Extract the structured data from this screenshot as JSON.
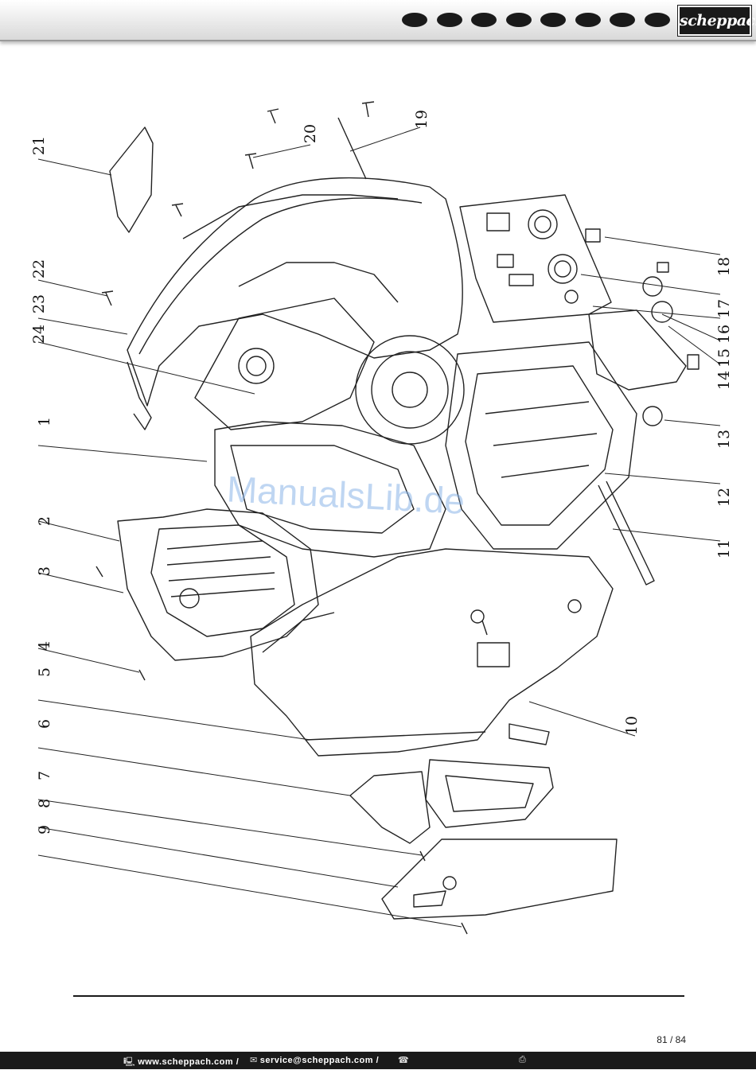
{
  "header": {
    "brand": "scheppach",
    "dot_count": 8
  },
  "diagram": {
    "watermark": "ManualsLib.de",
    "callouts": [
      {
        "id": "1",
        "label": "1"
      },
      {
        "id": "2",
        "label": "2"
      },
      {
        "id": "3",
        "label": "3"
      },
      {
        "id": "4",
        "label": "4"
      },
      {
        "id": "5",
        "label": "5"
      },
      {
        "id": "6",
        "label": "6"
      },
      {
        "id": "7",
        "label": "7"
      },
      {
        "id": "8",
        "label": "8"
      },
      {
        "id": "9",
        "label": "9"
      },
      {
        "id": "10",
        "label": "10"
      },
      {
        "id": "11",
        "label": "11"
      },
      {
        "id": "12",
        "label": "12"
      },
      {
        "id": "13",
        "label": "13"
      },
      {
        "id": "14",
        "label": "14"
      },
      {
        "id": "15",
        "label": "15"
      },
      {
        "id": "16",
        "label": "16"
      },
      {
        "id": "17",
        "label": "17"
      },
      {
        "id": "18",
        "label": "18"
      },
      {
        "id": "19",
        "label": "19"
      },
      {
        "id": "20",
        "label": "20"
      },
      {
        "id": "21",
        "label": "21"
      },
      {
        "id": "22",
        "label": "22"
      },
      {
        "id": "23",
        "label": "23"
      },
      {
        "id": "24",
        "label": "24"
      }
    ]
  },
  "page": {
    "number": "81 / 84"
  },
  "footer": {
    "website": "www.scheppach.com /",
    "email": "service@scheppach.com /"
  }
}
